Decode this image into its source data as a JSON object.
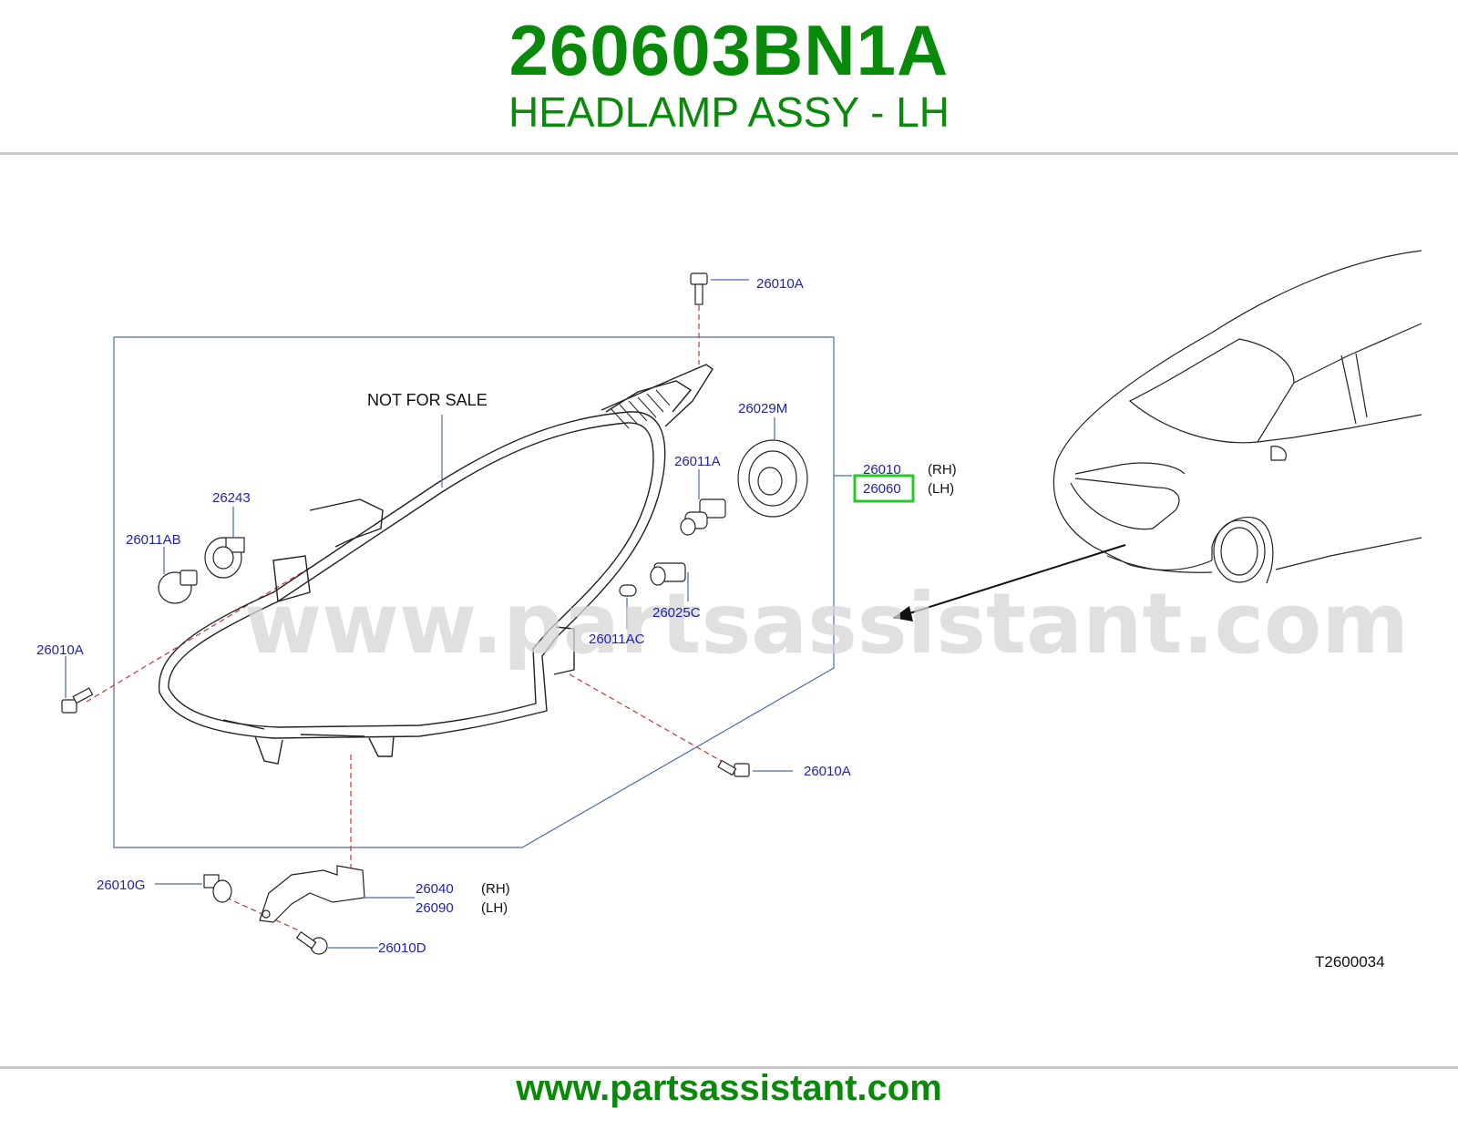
{
  "header": {
    "part_number": "260603BN1A",
    "description": "HEADLAMP ASSY - LH"
  },
  "diagram": {
    "note": "NOT  FOR  SALE",
    "watermark": "www.partsassistant.com",
    "figure_code": "T2600034",
    "callouts": {
      "bolt_top": "26010A",
      "socket_main": "26029M",
      "assy_rh_code": "26010",
      "assy_rh_side": "(RH)",
      "assy_lh_code": "26060",
      "assy_lh_side": "(LH)",
      "bulb_h4": "26011A",
      "socket_turn": "26243",
      "bulb_turn": "26011AB",
      "bolt_left": "26010A",
      "socket_small": "26025C",
      "bulb_small": "26011AC",
      "bolt_right": "26010A",
      "clip": "26010G",
      "bracket_rh_code": "26040",
      "bracket_rh_side": "(RH)",
      "bracket_lh_code": "26090",
      "bracket_lh_side": "(LH)",
      "screw": "26010D"
    },
    "highlight_color": "#22cc22"
  },
  "footer": {
    "url": "www.partsassistant.com"
  }
}
